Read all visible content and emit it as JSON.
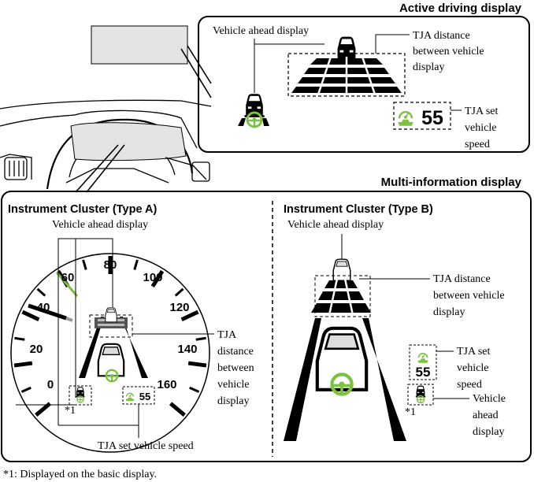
{
  "headers": {
    "active_driving_display": "Active driving display",
    "multi_information_display": "Multi-information display",
    "cluster_type_a": "Instrument Cluster (Type A)",
    "cluster_type_b": "Instrument Cluster (Type B)"
  },
  "active_display": {
    "vehicle_ahead": "Vehicle ahead display",
    "tja_distance": [
      "TJA distance",
      "between vehicle",
      "display"
    ],
    "tja_set_speed": [
      "TJA set",
      "vehicle",
      "speed"
    ],
    "speed_value": "55"
  },
  "type_a": {
    "vehicle_ahead": "Vehicle ahead display",
    "tja_distance": [
      "TJA",
      "distance",
      "between",
      "vehicle",
      "display"
    ],
    "tja_set_speed": "TJA set vehicle speed",
    "speed_value": "55",
    "footnote_marker": "*1",
    "gauge_labels": [
      "0",
      "20",
      "40",
      "60",
      "80",
      "100",
      "120",
      "140",
      "160"
    ]
  },
  "type_b": {
    "vehicle_ahead_top": "Vehicle ahead display",
    "tja_distance": [
      "TJA distance",
      "between vehicle",
      "display"
    ],
    "tja_set_speed": [
      "TJA set",
      "vehicle",
      "speed"
    ],
    "speed_value": "55",
    "vehicle_ahead_side": [
      "Vehicle",
      "ahead",
      "display"
    ],
    "footnote_marker": "*1"
  },
  "footnote": "*1: Displayed on the basic display.",
  "colors": {
    "accent_green": "#7cc242",
    "line": "#000000"
  }
}
